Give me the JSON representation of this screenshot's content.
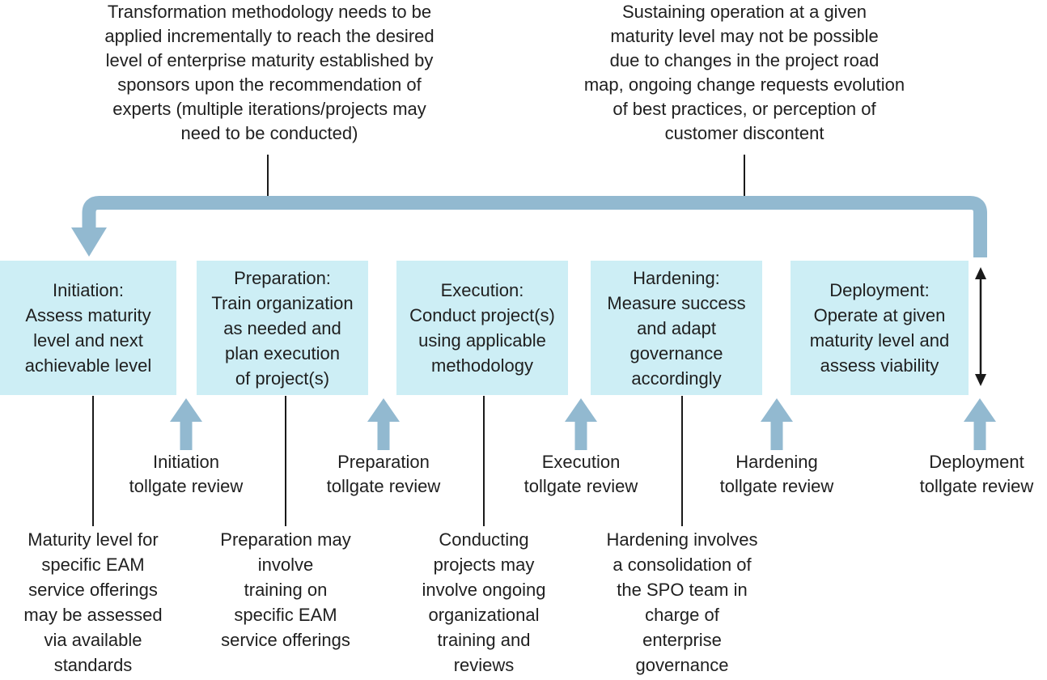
{
  "colors": {
    "box_fill": "#cdeef5",
    "arrow_blue": "#92b9d0",
    "line_black": "#1a1a1a",
    "text": "#1f1f1f"
  },
  "top_notes": {
    "left": "Transformation methodology needs to be\napplied incrementally to reach the desired\nlevel of enterprise maturity established by\nsponsors upon the recommendation of\nexperts (multiple iterations/projects may\nneed to be conducted)",
    "right": "Sustaining operation at a given\nmaturity level may not be possible\ndue to changes in the project road\nmap, ongoing change requests evolution\nof best practices, or perception of\ncustomer discontent"
  },
  "stages": [
    {
      "name": "Initiation",
      "box_text": "Initiation:\nAssess maturity\nlevel and next\nachievable level",
      "tollgate_label": "Initiation\ntollgate review",
      "note": "Maturity level for\nspecific EAM\nservice offerings\nmay be assessed\nvia available\nstandards"
    },
    {
      "name": "Preparation",
      "box_text": "Preparation:\nTrain organization\nas needed and\nplan execution\nof project(s)",
      "tollgate_label": "Preparation\ntollgate review",
      "note": "Preparation may\ninvolve\ntraining on\nspecific EAM\nservice offerings"
    },
    {
      "name": "Execution",
      "box_text": "Execution:\nConduct project(s)\nusing applicable\nmethodology",
      "tollgate_label": "Execution\ntollgate review",
      "note": "Conducting\nprojects may\ninvolve ongoing\norganizational\ntraining and\nreviews"
    },
    {
      "name": "Hardening",
      "box_text": "Hardening:\nMeasure success\nand adapt\ngovernance\naccordingly",
      "tollgate_label": "Hardening\ntollgate review",
      "note": "Hardening involves\na consolidation of\nthe SPO team in\ncharge of\nenterprise\ngovernance"
    },
    {
      "name": "Deployment",
      "box_text": "Deployment:\nOperate at given\nmaturity level and\nassess viability",
      "tollgate_label": "Deployment\ntollgate review"
    }
  ]
}
